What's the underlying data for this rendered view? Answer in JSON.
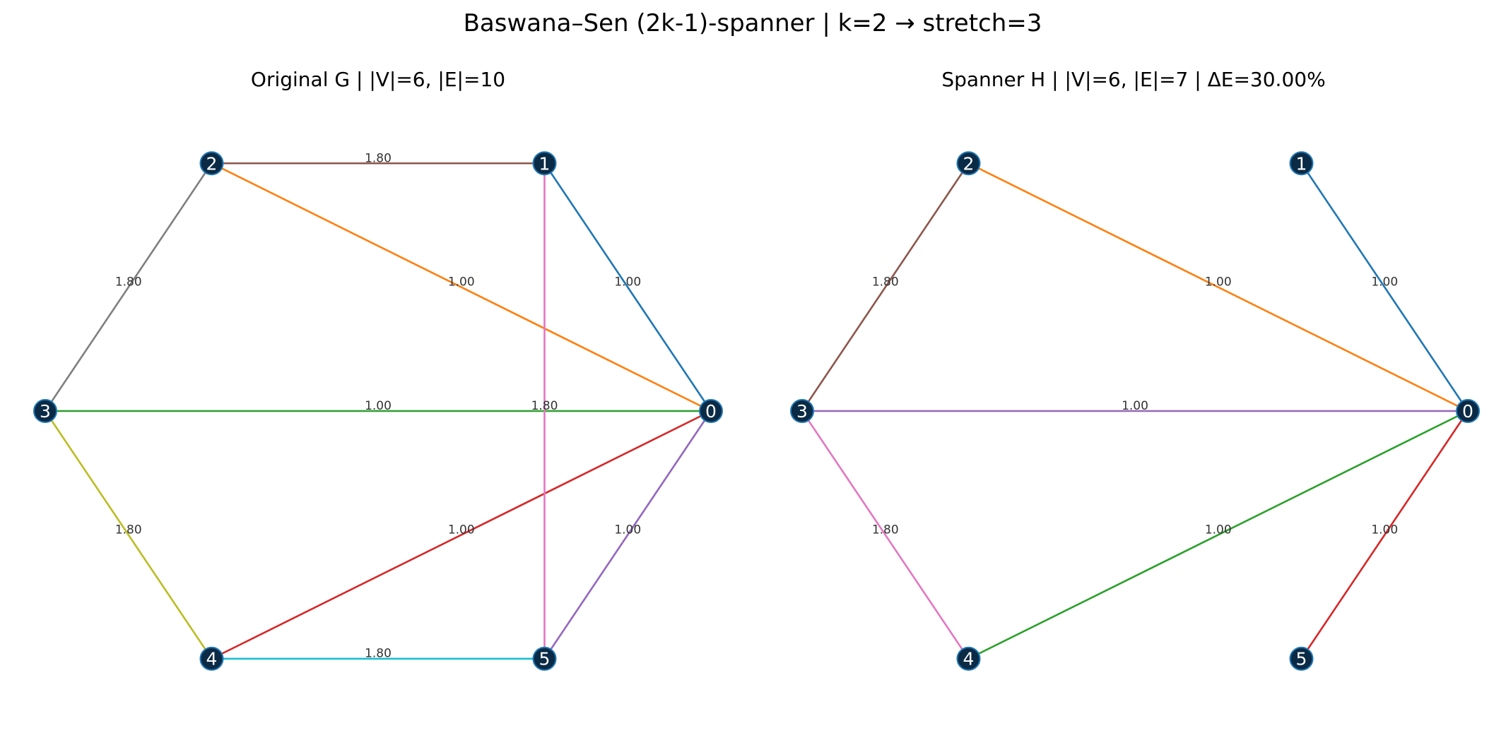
{
  "figure": {
    "title": "Baswana–Sen (2k-1)-spanner  |  k=2  →  stretch=3"
  },
  "style": {
    "node_fill": "#0b2a45",
    "node_stroke": "#1f77b4",
    "node_text": "#ffffff",
    "edge_label_color": "#333333"
  },
  "panels": [
    {
      "id": "original",
      "title": "Original G  |  |V|=6, |E|=10",
      "nodes": [
        "0",
        "1",
        "2",
        "3",
        "4",
        "5"
      ],
      "edges": [
        {
          "u": 0,
          "v": 1,
          "label": "1.00",
          "color": "#1f77b4"
        },
        {
          "u": 0,
          "v": 2,
          "label": "1.00",
          "color": "#ff7f0e"
        },
        {
          "u": 0,
          "v": 3,
          "label": "1.00",
          "color": "#2ca02c"
        },
        {
          "u": 0,
          "v": 4,
          "label": "1.00",
          "color": "#d62728"
        },
        {
          "u": 0,
          "v": 5,
          "label": "1.00",
          "color": "#9467bd"
        },
        {
          "u": 1,
          "v": 2,
          "label": "1.80",
          "color": "#8c564b"
        },
        {
          "u": 1,
          "v": 5,
          "label": "1.80",
          "color": "#e377c2"
        },
        {
          "u": 2,
          "v": 3,
          "label": "1.80",
          "color": "#7f7f7f"
        },
        {
          "u": 3,
          "v": 4,
          "label": "1.80",
          "color": "#bcbd22"
        },
        {
          "u": 4,
          "v": 5,
          "label": "1.80",
          "color": "#17becf"
        }
      ]
    },
    {
      "id": "spanner",
      "title": "Spanner H  |  |V|=6, |E|=7  |  ΔE=30.00%",
      "nodes": [
        "0",
        "1",
        "2",
        "3",
        "4",
        "5"
      ],
      "edges": [
        {
          "u": 0,
          "v": 1,
          "label": "1.00",
          "color": "#1f77b4"
        },
        {
          "u": 0,
          "v": 2,
          "label": "1.00",
          "color": "#ff7f0e"
        },
        {
          "u": 0,
          "v": 4,
          "label": "1.00",
          "color": "#2ca02c"
        },
        {
          "u": 0,
          "v": 5,
          "label": "1.00",
          "color": "#d62728"
        },
        {
          "u": 0,
          "v": 3,
          "label": "1.00",
          "color": "#9467bd"
        },
        {
          "u": 2,
          "v": 3,
          "label": "1.80",
          "color": "#8c564b"
        },
        {
          "u": 3,
          "v": 4,
          "label": "1.80",
          "color": "#e377c2"
        }
      ]
    }
  ]
}
